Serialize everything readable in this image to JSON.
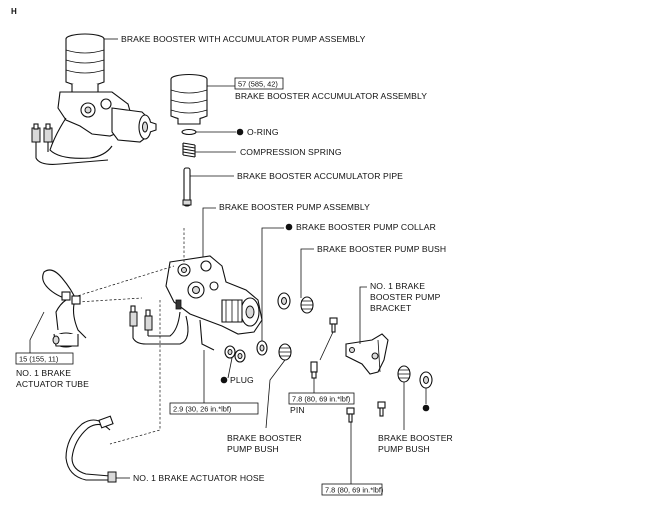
{
  "corner_mark": "H",
  "labels": {
    "brake_booster_with_accumulator": "BRAKE BOOSTER WITH ACCUMULATOR PUMP ASSEMBLY",
    "accumulator_assembly": "BRAKE BOOSTER ACCUMULATOR ASSEMBLY",
    "o_ring": "O-RING",
    "compression_spring": "COMPRESSION SPRING",
    "accumulator_pipe": "BRAKE BOOSTER ACCUMULATOR PIPE",
    "pump_assembly": "BRAKE BOOSTER PUMP ASSEMBLY",
    "pump_collar": "BRAKE BOOSTER PUMP COLLAR",
    "pump_bush_top": "BRAKE BOOSTER PUMP BUSH",
    "bracket_line1": "NO. 1 BRAKE",
    "bracket_line2": "BOOSTER PUMP",
    "bracket_line3": "BRACKET",
    "tube_line1": "NO. 1 BRAKE",
    "tube_line2": "ACTUATOR TUBE",
    "plug": "PLUG",
    "pin": "PIN",
    "bush_left_line1": "BRAKE BOOSTER",
    "bush_left_line2": "PUMP BUSH",
    "bush_right_line1": "BRAKE BOOSTER",
    "bush_right_line2": "PUMP BUSH",
    "hose": "NO. 1 BRAKE ACTUATOR HOSE"
  },
  "torques": {
    "accumulator": "57 (585, 42)",
    "tube": "15 (155, 11)",
    "plug": "2.9 (30, 26 in.*lbf)",
    "pin": "7.8 (80, 69 in.*lbf)",
    "bracket_bolt": "7.8 (80, 69 in.*lbf)"
  }
}
